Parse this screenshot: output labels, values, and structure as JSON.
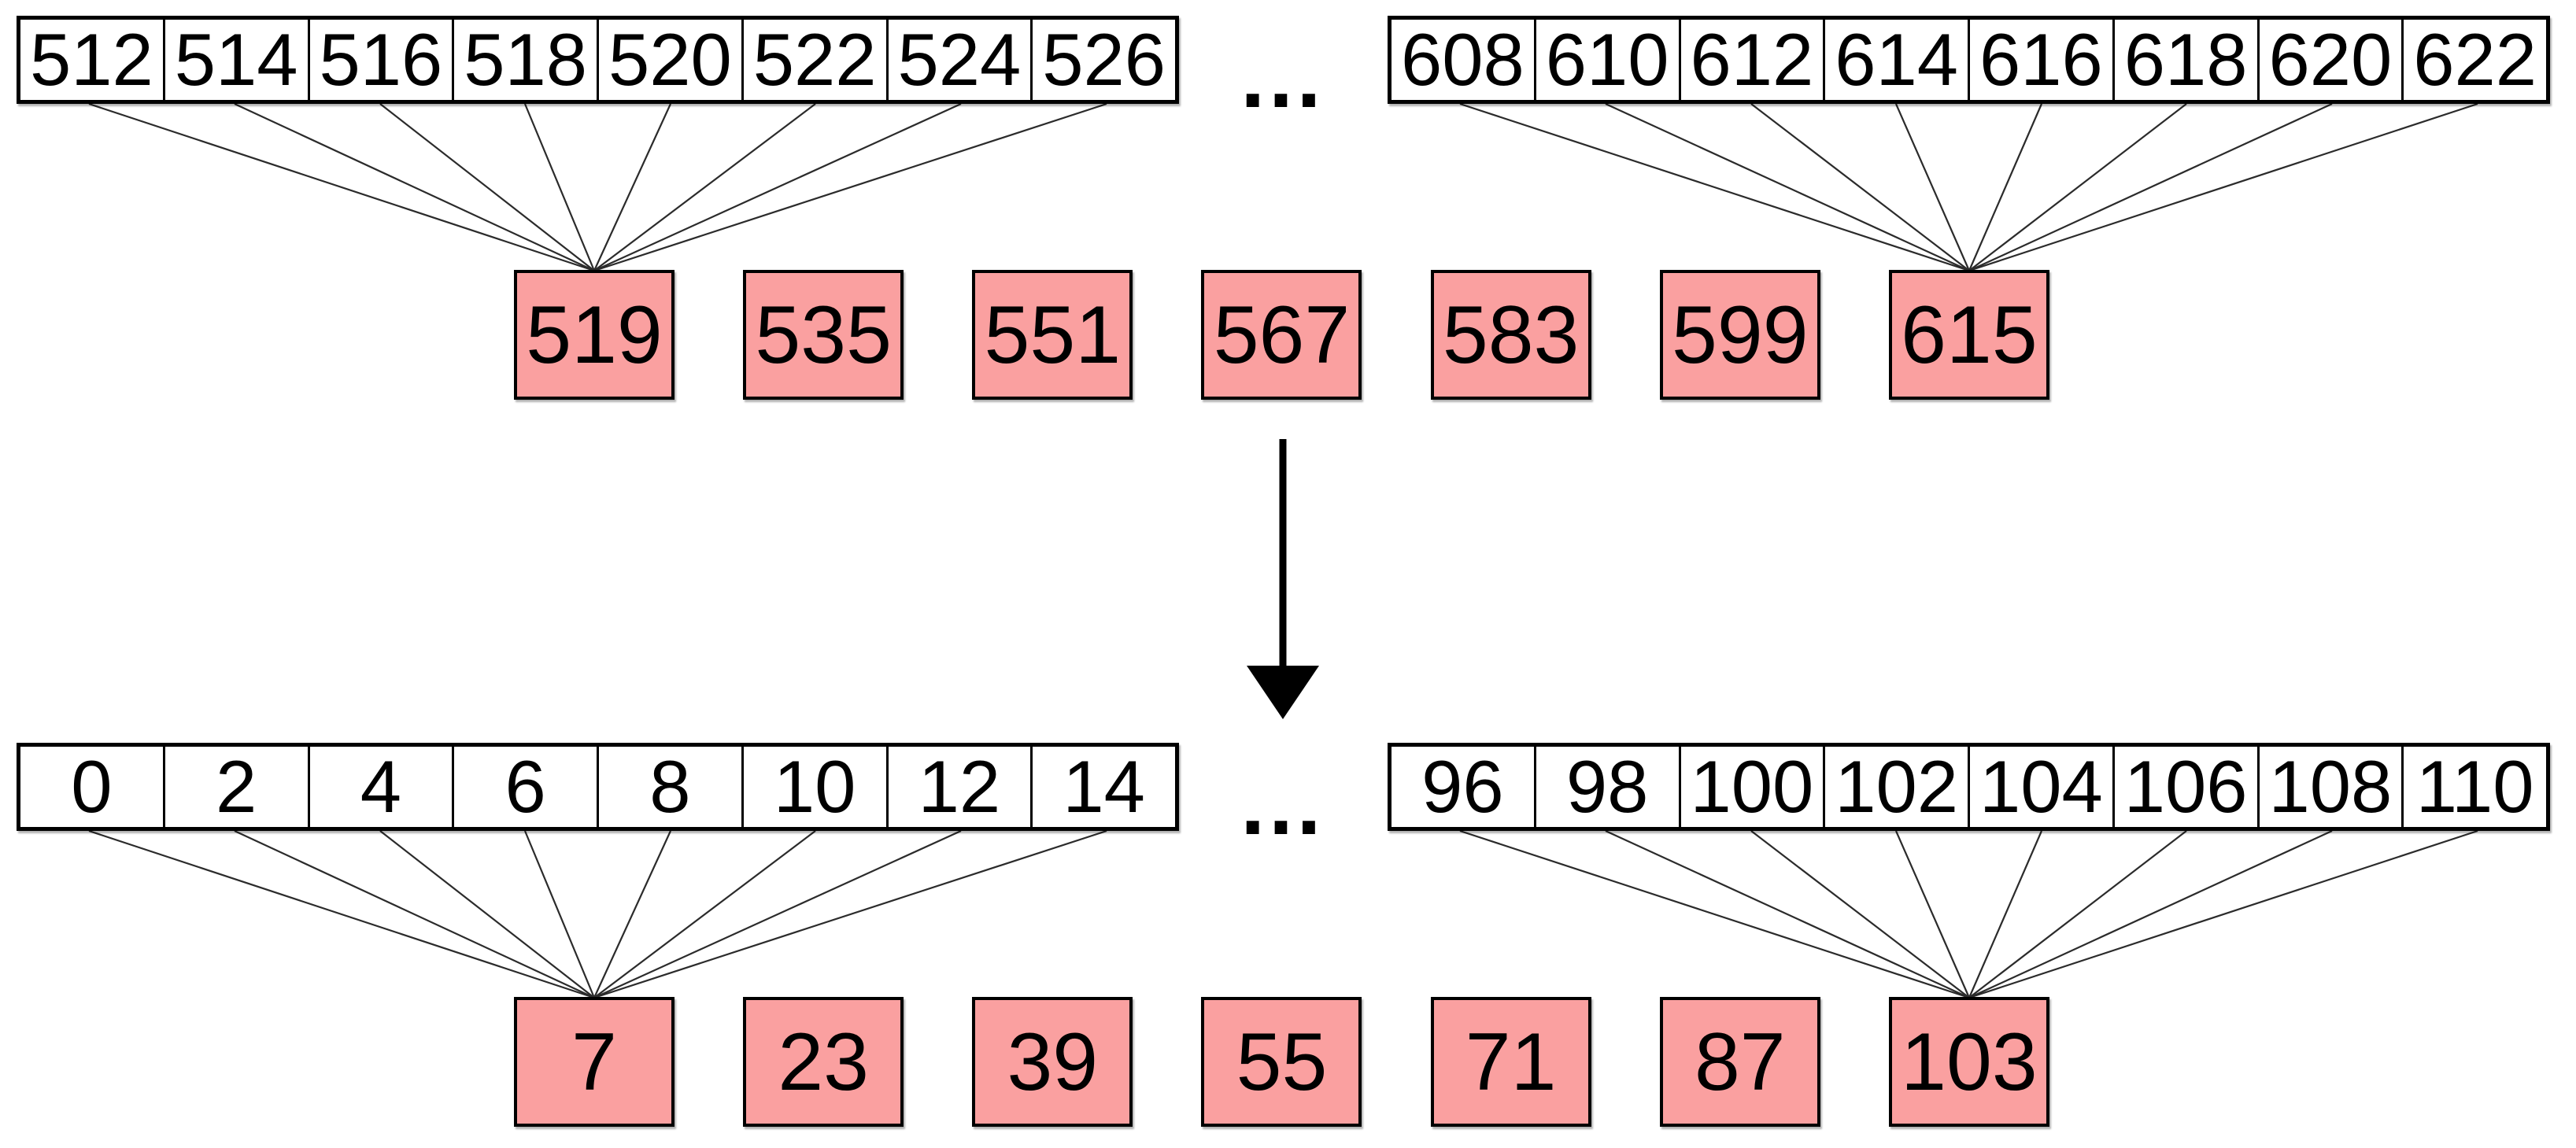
{
  "colors": {
    "bucket_fill": "#FAA0A0",
    "border": "#000000",
    "line": "#2B2B2B"
  },
  "top": {
    "left_array": [
      "512",
      "514",
      "516",
      "518",
      "520",
      "522",
      "524",
      "526"
    ],
    "ellipsis": "…",
    "right_array": [
      "608",
      "610",
      "612",
      "614",
      "616",
      "618",
      "620",
      "622"
    ],
    "buckets": [
      "519",
      "535",
      "551",
      "567",
      "583",
      "599",
      "615"
    ]
  },
  "bottom": {
    "left_array": [
      "0",
      "2",
      "4",
      "6",
      "8",
      "10",
      "12",
      "14"
    ],
    "ellipsis": "…",
    "right_array": [
      "96",
      "98",
      "100",
      "102",
      "104",
      "106",
      "108",
      "110"
    ],
    "buckets": [
      "7",
      "23",
      "39",
      "55",
      "71",
      "87",
      "103"
    ]
  }
}
